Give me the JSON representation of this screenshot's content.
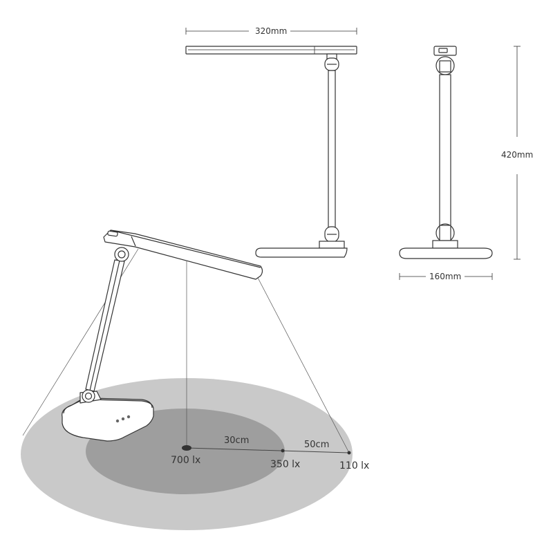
{
  "dimensions": {
    "width": "320mm",
    "height": "420mm",
    "base_width": "160mm"
  },
  "illumination": {
    "center_lux": "700 lx",
    "mid_lux": "350 lx",
    "outer_lux": "110 lx",
    "near_distance": "30cm",
    "far_distance": "50cm"
  },
  "colors": {
    "outer_zone": "#c9c9c9",
    "inner_zone": "#9e9e9e",
    "outline": "#333333",
    "lamp_fill": "#ffffff"
  }
}
